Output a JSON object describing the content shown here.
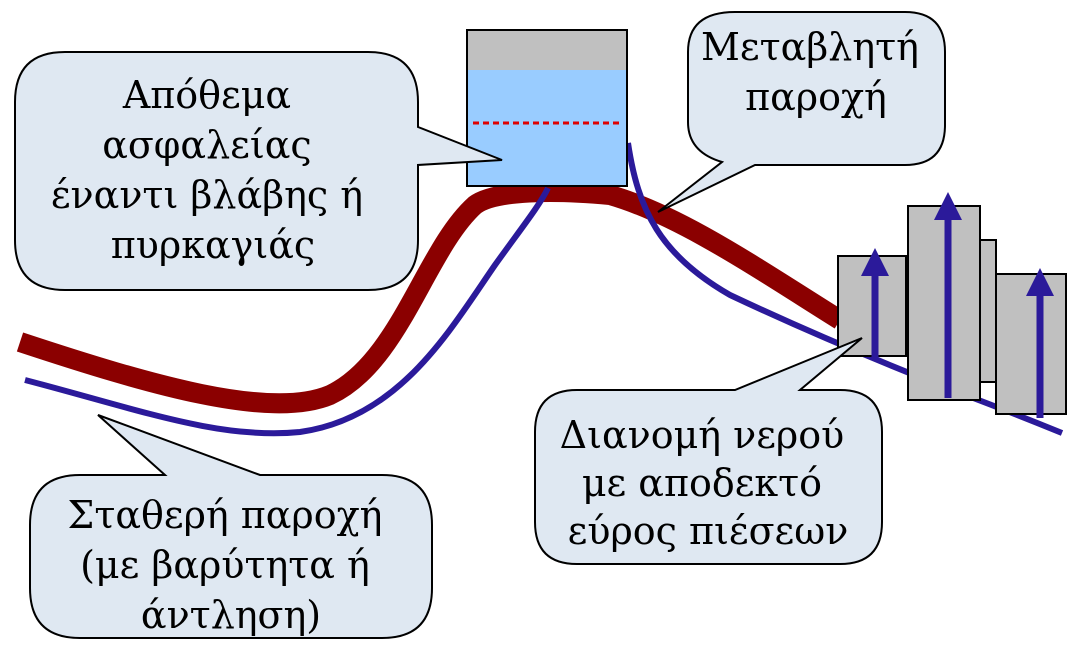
{
  "callouts": {
    "safety_reserve": {
      "lines": [
        "Απόθεμα",
        "ασφαλείας",
        "έναντι βλάβης ή",
        "πυρκαγιάς"
      ]
    },
    "variable_supply": {
      "lines": [
        "Μεταβλητή",
        "παροχή"
      ]
    },
    "constant_supply": {
      "lines": [
        "Σταθερή παροχή",
        "(με βαρύτητα ή",
        "άντληση)"
      ]
    },
    "distribution": {
      "lines": [
        "Διανομή νερού",
        "με αποδεκτό",
        "εύρος πιέσεων"
      ]
    }
  },
  "colors": {
    "callout_fill": "#dfe8f2",
    "callout_stroke": "#000000",
    "hydraulic_grade_line": "#8b0000",
    "supply_line": "#2b1a9a",
    "tank_air": "#c0c0c0",
    "tank_water": "#99ccff",
    "reserve_level": "#e00000",
    "buildings": "#c0c0c0"
  },
  "icons": {
    "tank": "water-tank-icon",
    "buildings": "building-block-icon",
    "pressure_arrows": "up-arrow-icon"
  }
}
